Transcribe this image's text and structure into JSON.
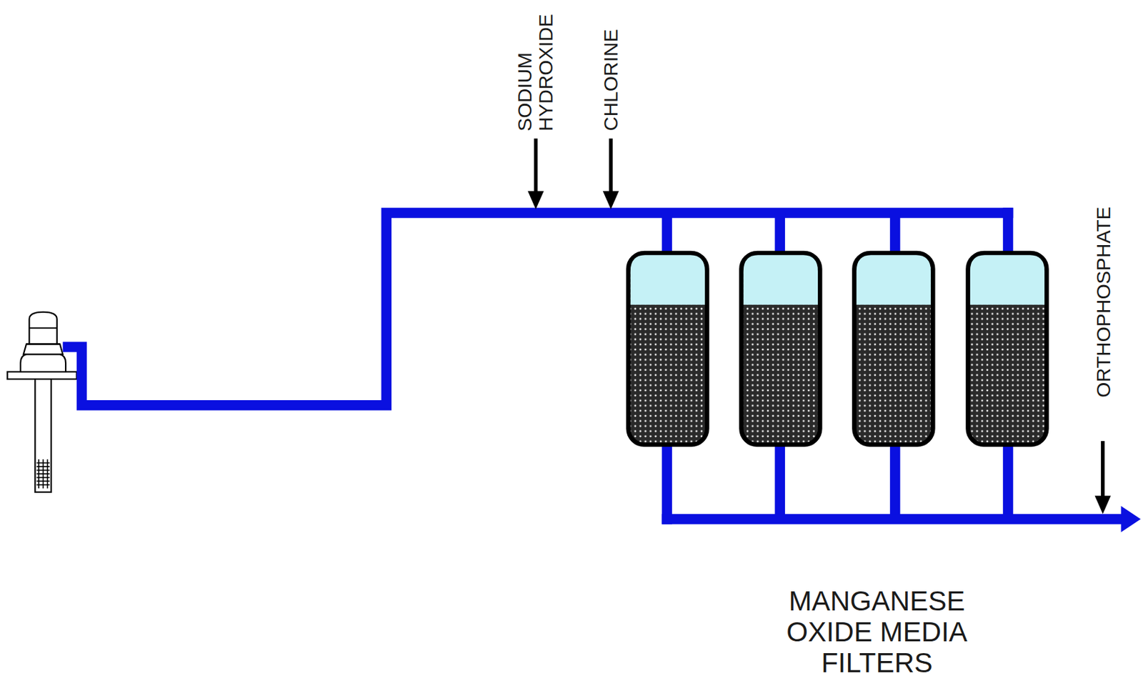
{
  "diagram": {
    "labels": [
      "SODIUM HYDROXIDE",
      "CHLORINE",
      "ORTHOPHOSPHATE",
      "MANGANESE OXIDE MEDIA FILTERS"
    ]
  }
}
